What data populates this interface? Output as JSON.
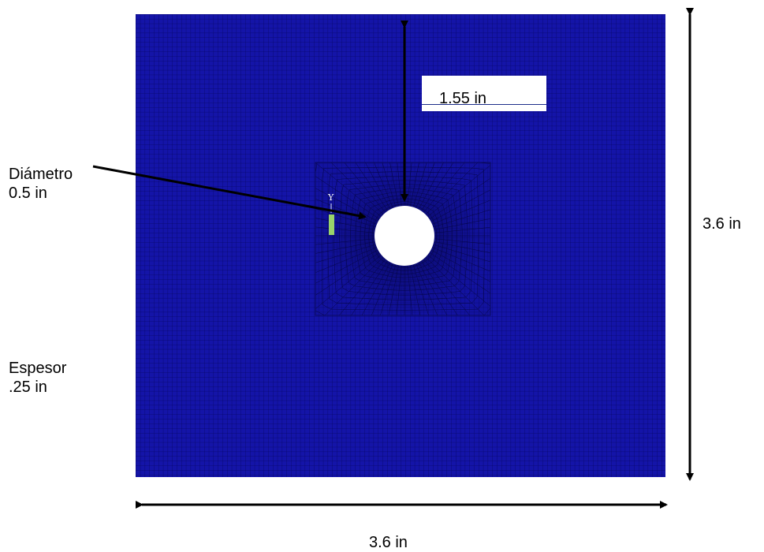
{
  "labels": {
    "top_offset": "1.55 in",
    "hole_diameter": [
      "Diámetro",
      "0.5 in"
    ],
    "thickness": [
      "Espesor",
      ".25 in"
    ],
    "height": "3.6 in",
    "width": "3.6 in"
  },
  "triad": {
    "axis": "Y"
  },
  "colors": {
    "mesh_fill": "#1414a8",
    "mesh_lines": "#060650",
    "hole": "#ffffff",
    "arrows": "#000000",
    "triad": "#9ad36a"
  }
}
